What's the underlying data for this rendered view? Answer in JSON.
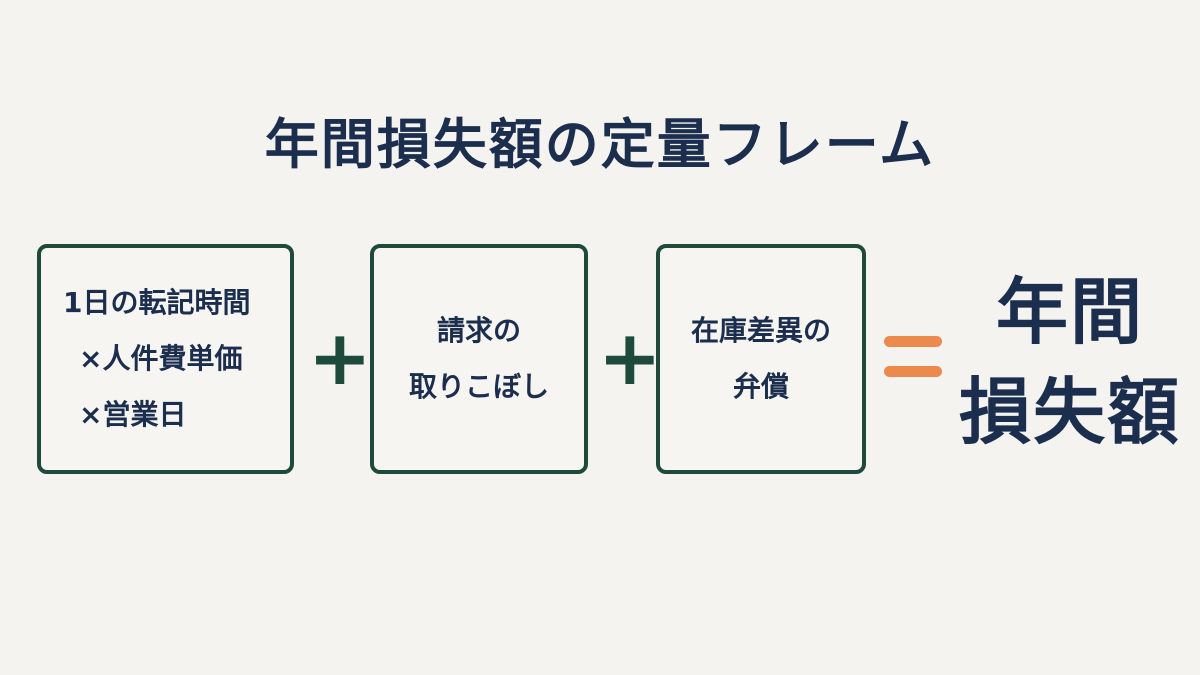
{
  "title": "年間損失額の定量フレーム",
  "terms": [
    {
      "lines": [
        "1日の転記時間",
        "×人件費単価",
        "×営業日"
      ]
    },
    {
      "lines": [
        "請求の",
        "取りこぼし"
      ]
    },
    {
      "lines": [
        "在庫差異の",
        "弁償"
      ]
    }
  ],
  "operators": {
    "plus": "+"
  },
  "result": {
    "lines": [
      "年間",
      "損失額"
    ]
  },
  "colors": {
    "background": "#f4f3ef",
    "text_navy": "#1c2e4e",
    "box_border_green": "#1e4a3c",
    "equals_orange": "#ec8a4e"
  }
}
